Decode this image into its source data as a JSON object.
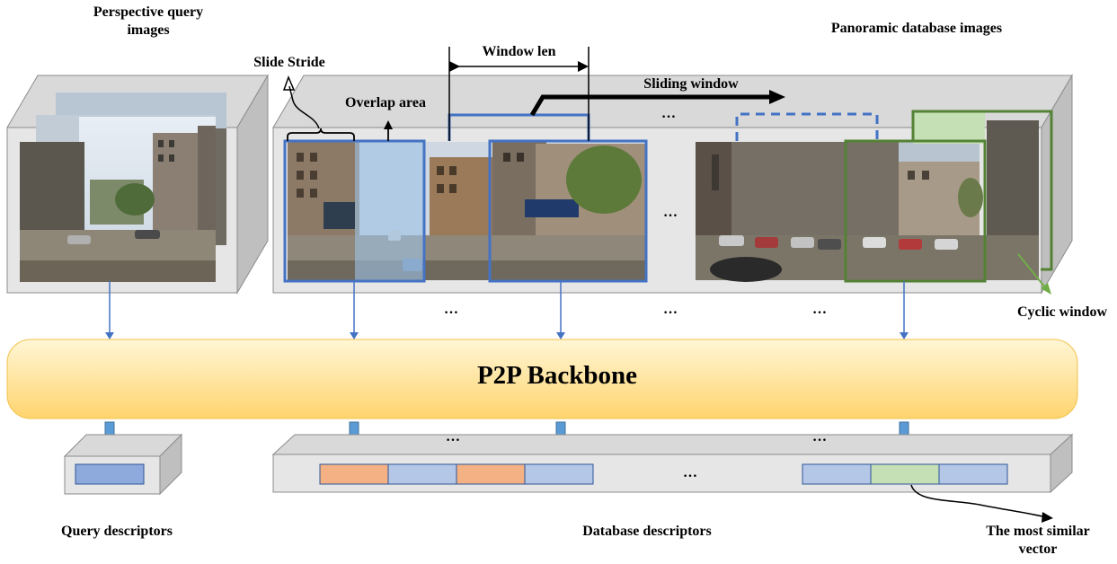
{
  "labels": {
    "query_images": "Perspective query\nimages",
    "database_images": "Panoramic database images",
    "slide_stride": "Slide Stride",
    "window_len": "Window len",
    "overlap_area": "Overlap area",
    "sliding_window": "Sliding window",
    "cyclic_window": "Cyclic window",
    "backbone": "P2P Backbone",
    "query_descriptors": "Query descriptors",
    "database_descriptors": "Database descriptors",
    "most_similar": "The most similar\nvector",
    "ellipsis": "…"
  },
  "colors": {
    "window_blue": "#4472c4",
    "window_green": "#548235",
    "overlap_fill": "#9dc3e6",
    "green_fill": "#c5e0b4",
    "backbone_top": "#fff3c4",
    "backbone_bottom": "#ffd978",
    "backbone_border": "#f0c040",
    "box_face": "#e6e6e6",
    "box_top": "#d9d9d9",
    "box_side": "#bfbfbf",
    "desc_blue": "#b4c7e7",
    "desc_query": "#8ea9db",
    "desc_orange": "#f4b183",
    "desc_green": "#c5e0b4"
  },
  "database_descriptor_cells": [
    "orange",
    "blue",
    "orange",
    "blue",
    "gap",
    "blue",
    "green",
    "blue"
  ]
}
